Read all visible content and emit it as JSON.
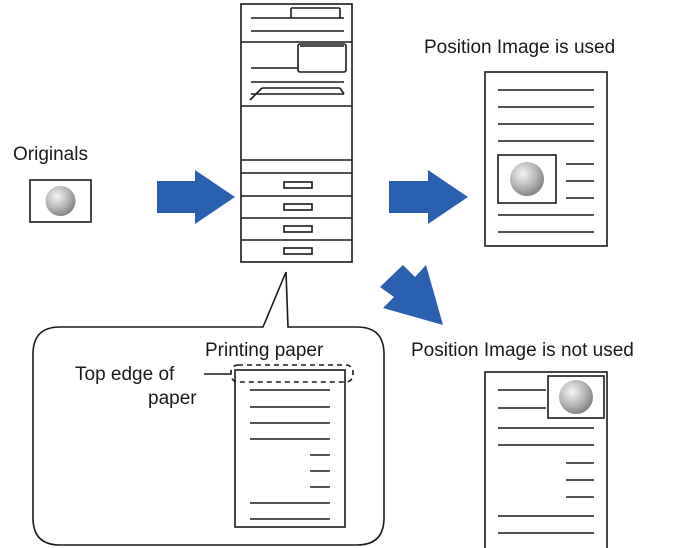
{
  "labels": {
    "originals": "Originals",
    "position_used": "Position Image is used",
    "position_not_used": "Position Image is not used",
    "printing_paper": "Printing paper",
    "top_edge_line1": "Top edge of",
    "top_edge_line2": "paper"
  },
  "colors": {
    "arrow": "#2a60b0",
    "stroke": "#1a1a1a",
    "ball_light": "#e4e4e4",
    "ball_dark": "#8a8a8a"
  },
  "icons": {
    "copier": "multifunction-printer-icon",
    "original": "original-document-icon",
    "arrow": "right-arrow-icon"
  }
}
